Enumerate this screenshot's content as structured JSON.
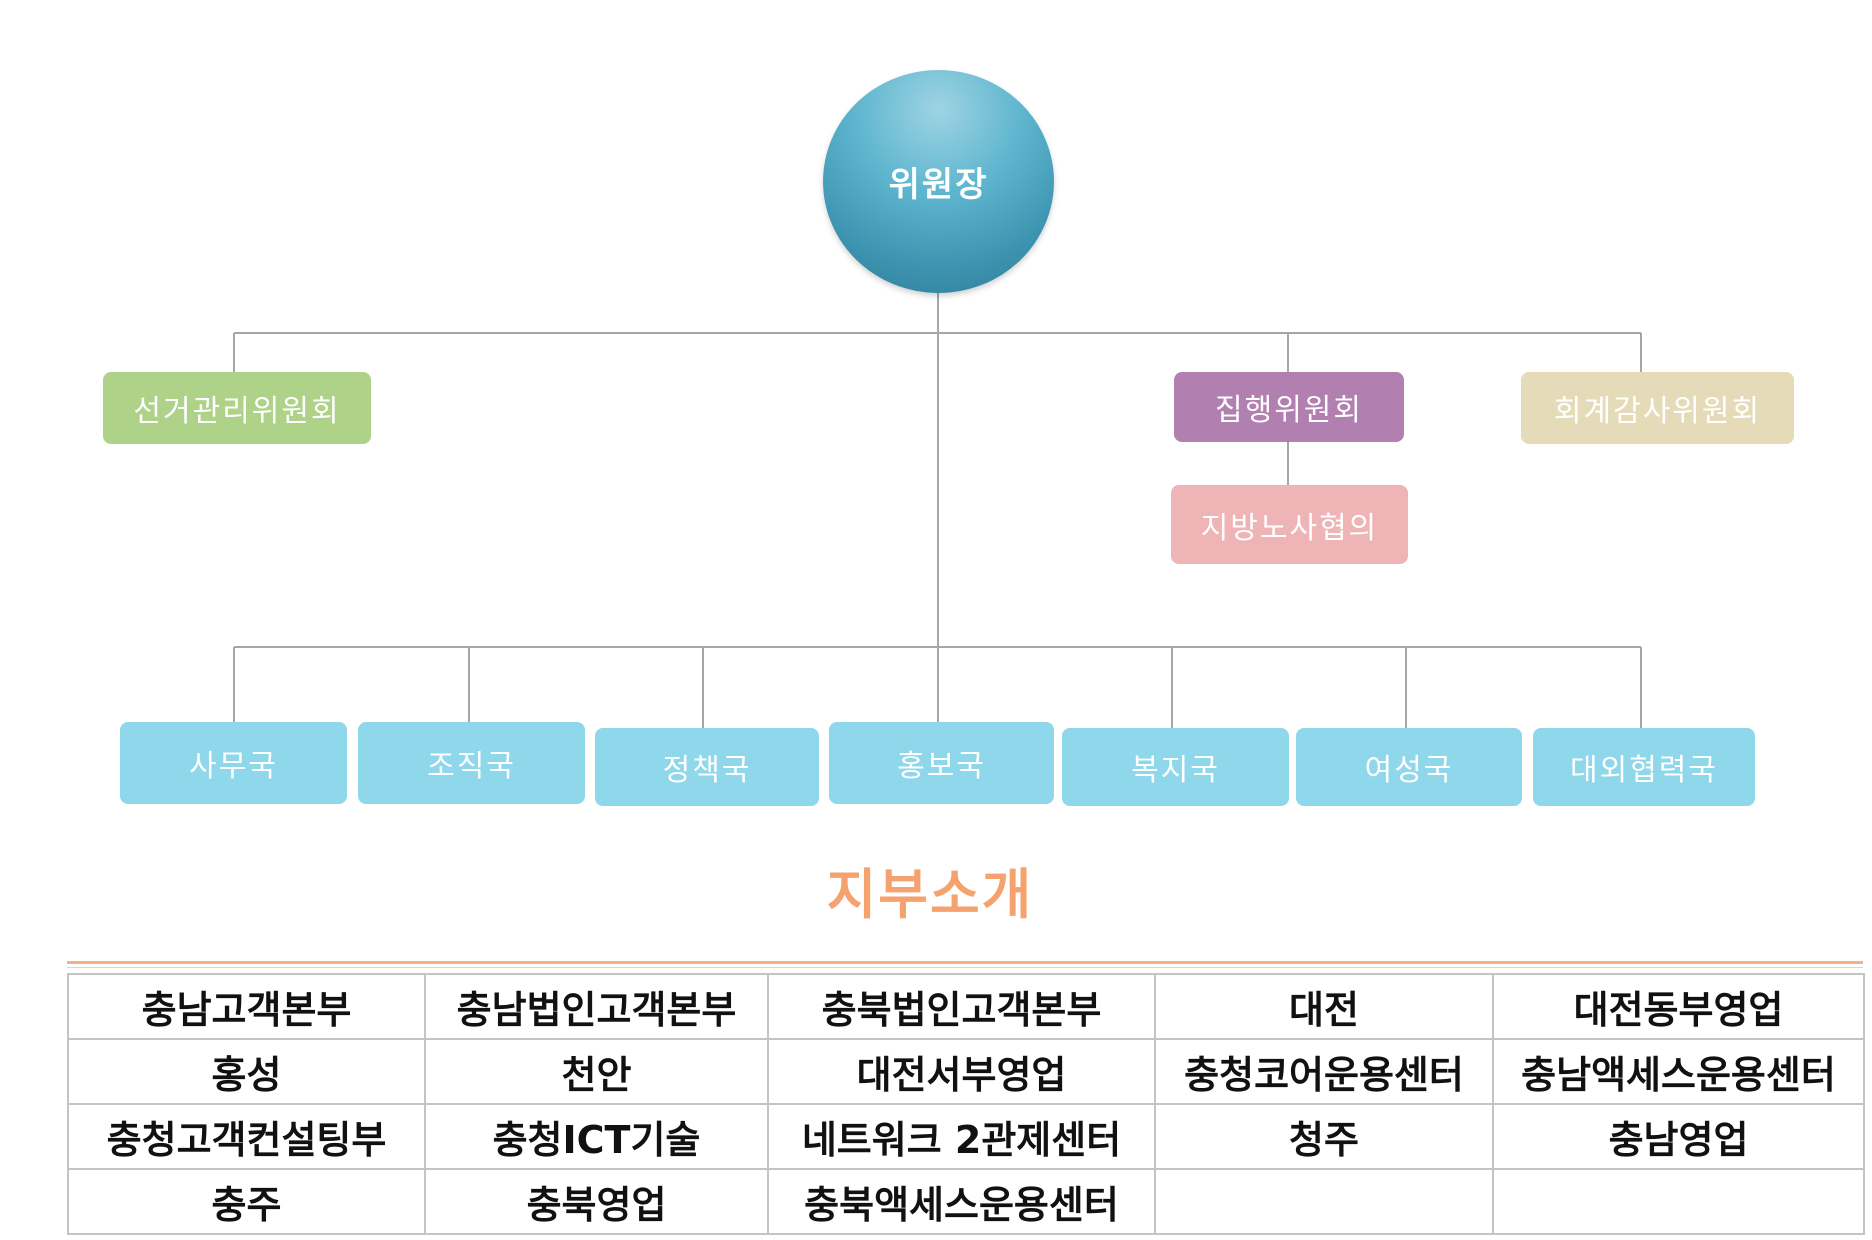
{
  "chair": "위원장",
  "top_committees": {
    "election": "선거관리위원회",
    "executive": "집행위원회",
    "audit": "회계감사위원회",
    "labor_council": "지방노사협의"
  },
  "departments": [
    "사무국",
    "조직국",
    "정책국",
    "홍보국",
    "복지국",
    "여성국",
    "대외협력국"
  ],
  "branch_section": {
    "title": "지부소개",
    "rows": [
      [
        "충남고객본부",
        "충남법인고객본부",
        "충북법인고객본부",
        "대전",
        "대전동부영업"
      ],
      [
        "홍성",
        "천안",
        "대전서부영업",
        "충청코어운용센터",
        "충남액세스운용센터"
      ],
      [
        "충청고객컨설팅부",
        "충청ICT기술",
        "네트워크 2관제센터",
        "청주",
        "충남영업"
      ],
      [
        "충주",
        "충북영업",
        "충북액세스운용센터",
        "",
        ""
      ]
    ]
  },
  "colors": {
    "chair": "#4aa3bf",
    "election": "#aed288",
    "executive": "#b17fb0",
    "audit": "#e6dbb8",
    "labor_council": "#efb4b5",
    "department": "#8fd7ea",
    "section_title": "#f6a26e",
    "connector": "#a6a6a6"
  }
}
